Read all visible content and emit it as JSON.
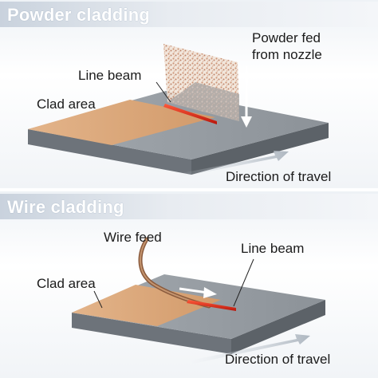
{
  "panels": [
    {
      "title": "Powder cladding",
      "labels": {
        "powder": "Powder fed\nfrom nozzle",
        "line_beam": "Line beam",
        "clad_area": "Clad area",
        "direction": "Direction of travel"
      }
    },
    {
      "title": "Wire cladding",
      "labels": {
        "wire_feed": "Wire feed",
        "line_beam": "Line beam",
        "clad_area": "Clad area",
        "direction": "Direction of travel"
      }
    }
  ],
  "colors": {
    "block_top": "#9aa0a6",
    "block_front": "#6f757c",
    "clad": "#d9a476",
    "beam": "#e0301e",
    "header_text": "#ffffff",
    "arrow": "#ffffff"
  }
}
